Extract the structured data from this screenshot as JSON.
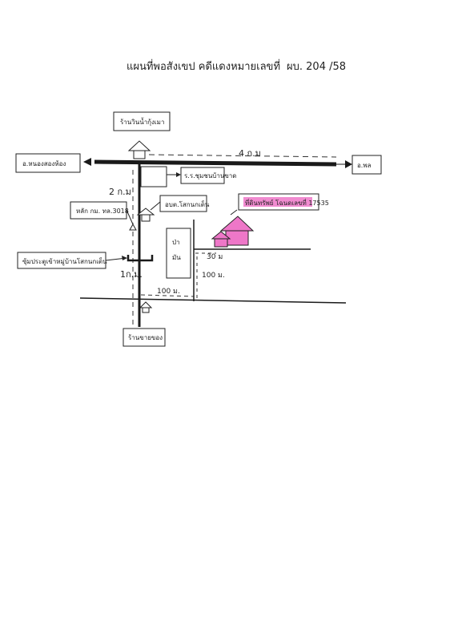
{
  "title": {
    "main": "แผนที่พอสังเขป คดีแดงหมายเลขที่",
    "case_number": "ผบ. 204 /58"
  },
  "places": {
    "shop_top": "ร้านวินน้ำกุ้งเมา",
    "nong_song_hong": "อ.หนองสองห้อง",
    "phon": "อ.พล",
    "school": "ร.ร.ชุมชนบ้านขาด",
    "marker": "หลัก กม. ทล.3018",
    "sao": "อบต.โสกนกเต็น",
    "property": "ที่ดินทรัพย์ โฉนดเลขที่ 17535",
    "village_gate": "ซุ้มประตูเข้าหมู่บ้านโสกนกเต็น",
    "shop_bottom": "ร้านขายของ",
    "cassava_line1": "ป่า",
    "cassava_line2": "มัน"
  },
  "distances": {
    "main_road": "4 ก.ม",
    "upper_road": "2 ก.ม",
    "lower_road": "1ก.ม.",
    "bottom_road": "100 ม.",
    "side_road": "100 ม.",
    "to_property": "30 ม"
  },
  "colors": {
    "property_highlight": "#ee77c8",
    "road": "#1a1a1a"
  }
}
